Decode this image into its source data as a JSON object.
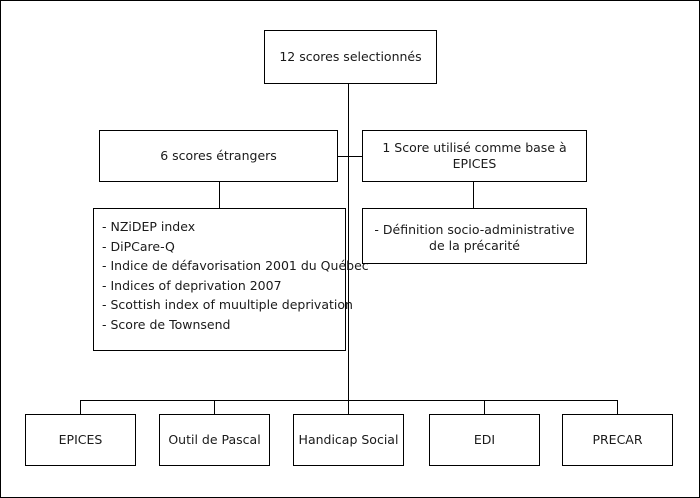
{
  "root": {
    "label": "12 scores selectionnés"
  },
  "foreign": {
    "label": "6 scores étrangers",
    "items": [
      "- NZiDEP index",
      "- DiPCare-Q",
      "- Indice de défavorisation 2001 du Québec",
      "- Indices of deprivation 2007",
      "- Scottish index of muultiple deprivation",
      "- Score de Townsend"
    ]
  },
  "base": {
    "label": "1 Score utilisé comme base à EPICES",
    "detail_line1": "- Définition socio-administrative",
    "detail_line2": "de la précarité"
  },
  "outputs": [
    "EPICES",
    "Outil de Pascal",
    "Handicap Social",
    "EDI",
    "PRECAR"
  ]
}
